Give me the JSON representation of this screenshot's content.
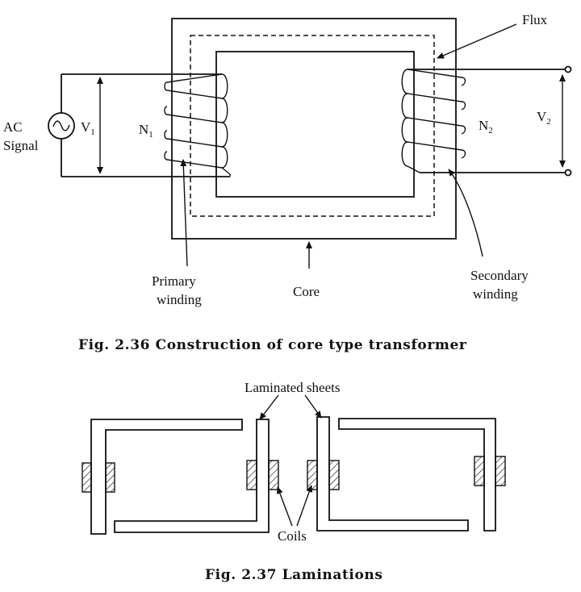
{
  "fig1": {
    "caption": "Fig. 2.36 Construction of core type transformer",
    "labels": {
      "flux": "Flux",
      "ac_line1": "AC",
      "ac_line2": "Signal",
      "v1_main": "V",
      "v1_sub": "1",
      "n1_main": "N",
      "n1_sub": "1",
      "n2_main": "N",
      "n2_sub": "2",
      "v2_main": "V",
      "v2_sub": "2",
      "primary_line1": "Primary",
      "primary_line2": "winding",
      "core": "Core",
      "secondary_line1": "Secondary",
      "secondary_line2": "winding"
    }
  },
  "fig2": {
    "caption": "Fig. 2.37 Laminations",
    "labels": {
      "laminated_sheets": "Laminated sheets",
      "coils": "Coils"
    }
  },
  "colors": {
    "ink": "#111111",
    "background": "#ffffff"
  }
}
